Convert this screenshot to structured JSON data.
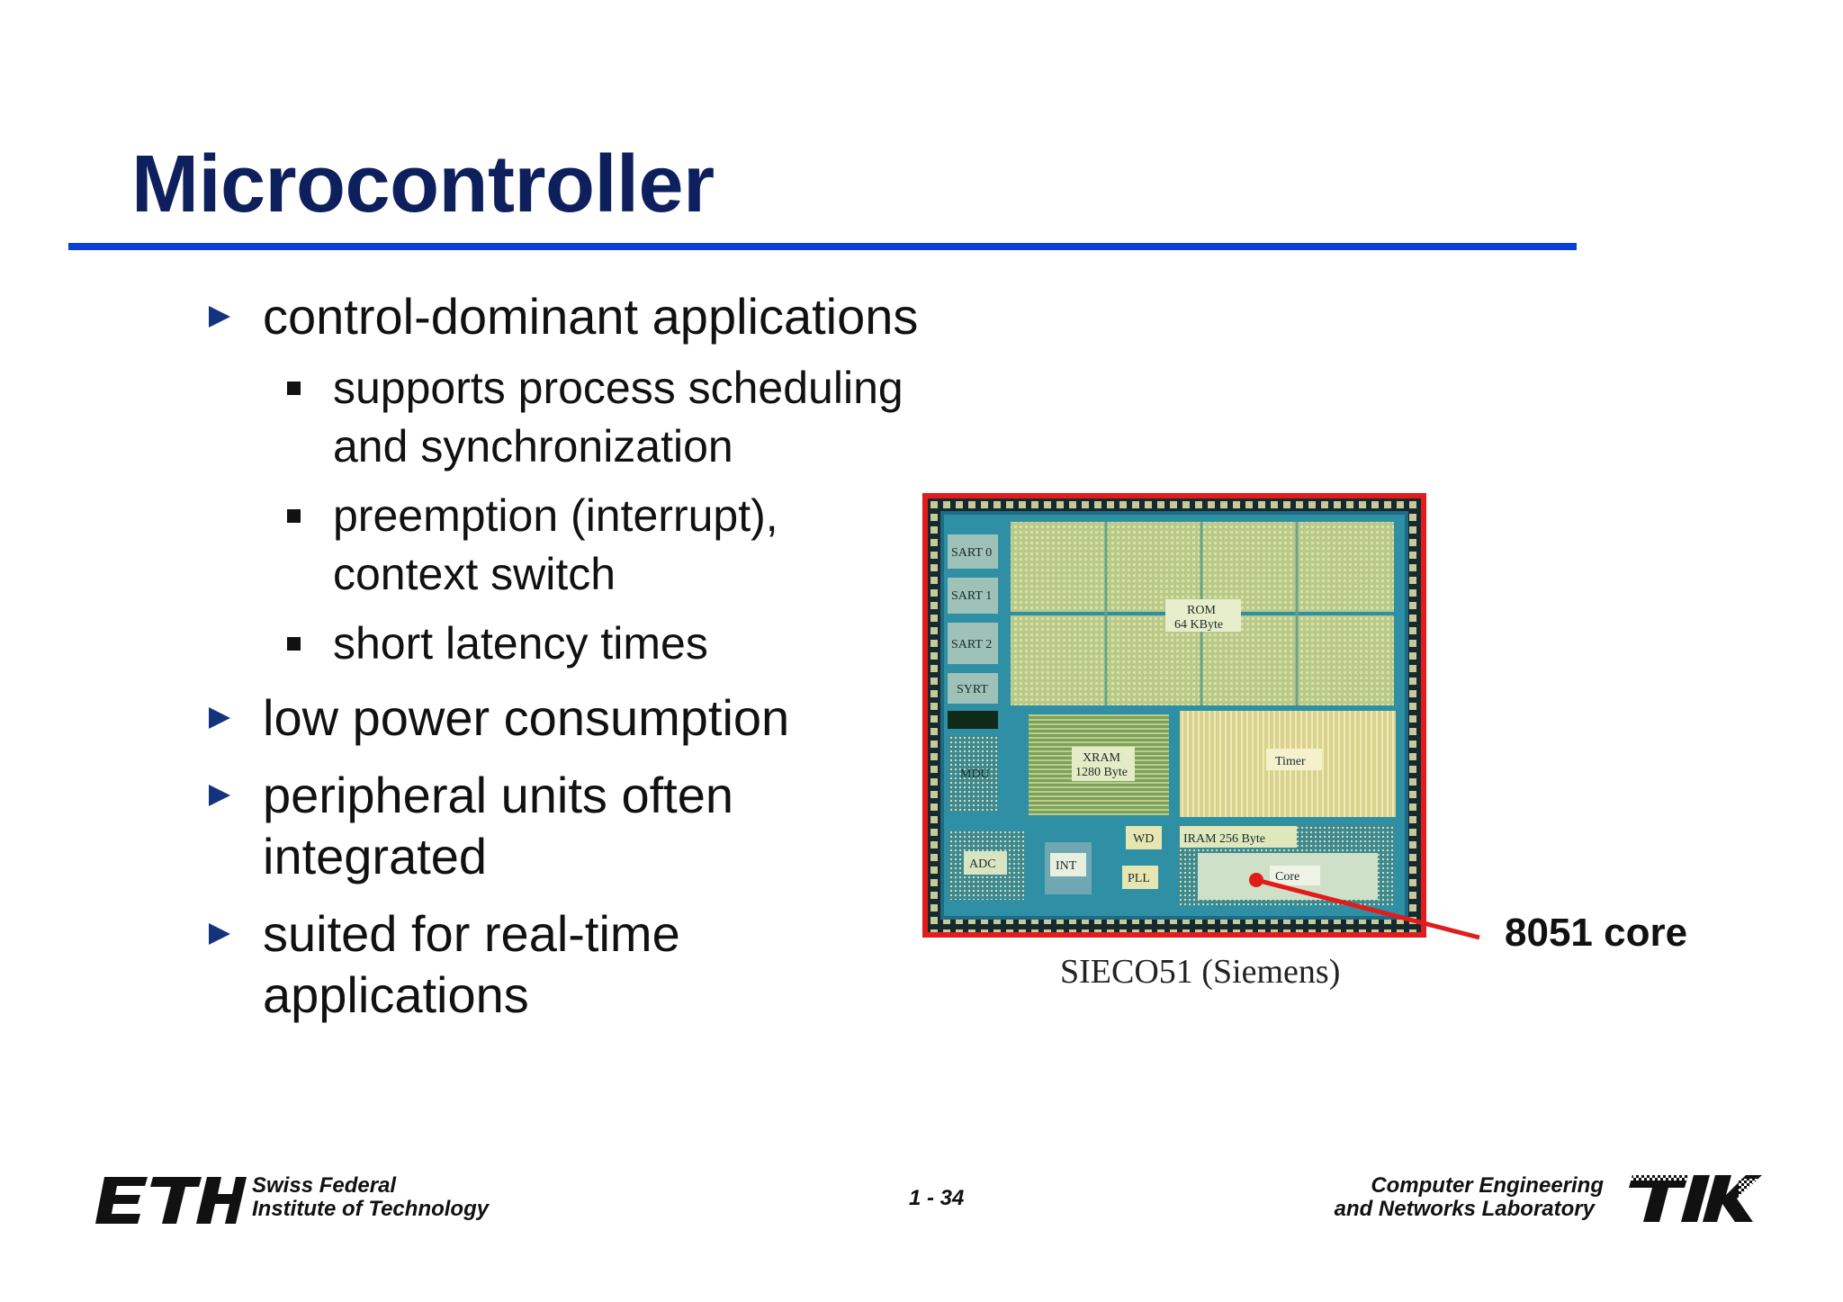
{
  "slide": {
    "title": "Microcontroller",
    "bullets": [
      {
        "text": "control-dominant applications",
        "level": 1
      },
      {
        "text": "supports process scheduling",
        "level": 2
      },
      {
        "text": "and synchronization",
        "level": 2,
        "continuation": true
      },
      {
        "text": "preemption (interrupt),",
        "level": 2
      },
      {
        "text": "context switch",
        "level": 2,
        "continuation": true
      },
      {
        "text": "short latency times",
        "level": 2
      },
      {
        "text": "low power consumption",
        "level": 1
      },
      {
        "text": "peripheral units often",
        "level": 1
      },
      {
        "text": "integrated",
        "level": 1,
        "continuation": true
      },
      {
        "text": "suited for real-time",
        "level": 1
      },
      {
        "text": "applications",
        "level": 1,
        "continuation": true
      }
    ]
  },
  "figure": {
    "caption": "SIECO51 (Siemens)",
    "callout": "8051 core",
    "chip_blocks": {
      "sart0": "SART 0",
      "sart1": "SART 1",
      "sart2": "SART 2",
      "syrt": "SYRT",
      "mdu": "MDU",
      "rom_line1": "ROM",
      "rom_line2": "64 KByte",
      "xram_line1": "XRAM",
      "xram_line2": "1280 Byte",
      "timer": "Timer",
      "wd": "WD",
      "iram": "IRAM 256 Byte",
      "adc": "ADC",
      "int": "INT",
      "pll": "PLL",
      "core": "Core"
    },
    "colors": {
      "frame": "#e21b1b",
      "leader": "#e21b1b"
    }
  },
  "footer": {
    "left_line1": "Swiss Federal",
    "left_line2": "Institute of Technology",
    "page": "1 - 34",
    "right_line1": "Computer Engineering",
    "right_line2": "and Networks Laboratory"
  },
  "colors": {
    "title": "#0d1f5c",
    "rule": "#0a3fd9",
    "bullet_marker": "#13347c"
  }
}
